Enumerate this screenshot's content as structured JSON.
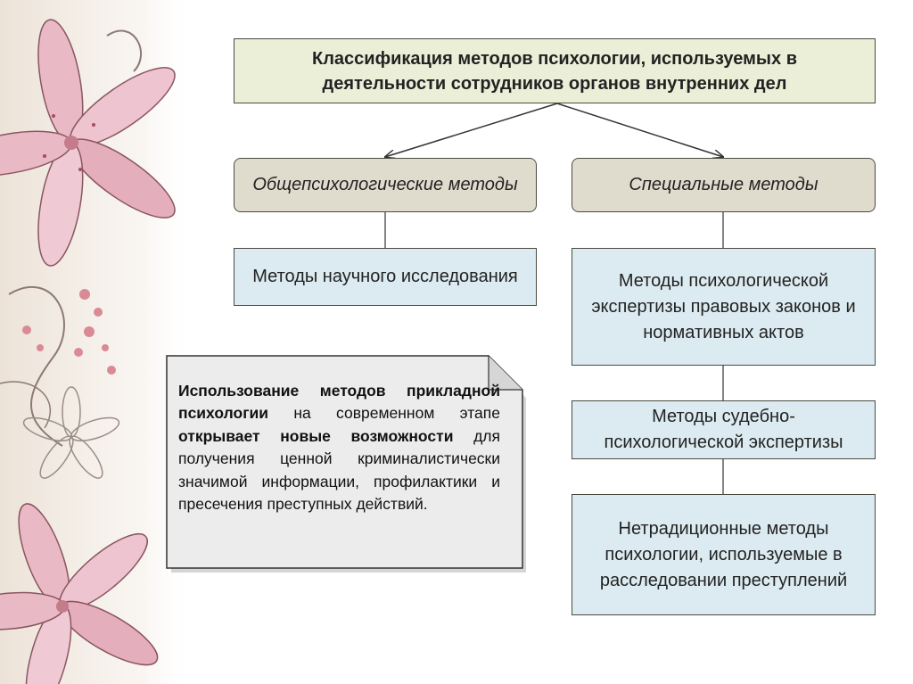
{
  "diagram": {
    "title": "Классификация методов психологии, используемых в деятельности сотрудников органов внутренних дел",
    "categories": {
      "general": "Общепсихологические методы",
      "special": "Специальные методы"
    },
    "general_methods": {
      "research": "Методы научного исследования"
    },
    "special_methods": {
      "expert_law": "Методы психологической экспертизы правовых законов и нормативных актов",
      "forensic": "Методы судебно-психологической экспертизы",
      "nontraditional": "Нетрадиционные методы психологии, используемые в расследовании преступлений"
    },
    "note": {
      "part1_bold": "Использование методов прикладной психологии",
      "part2": " на современном этапе ",
      "part3_bold": "открывает новые возможности",
      "part4": " для получения ценной криминалистически значимой информации, профилактики и пресечения преступных действий."
    }
  },
  "colors": {
    "title_fill": "#ecefd8",
    "category_fill": "#e0dccd",
    "method_fill": "#dcebf1",
    "note_fill": "#ececec",
    "line": "#333333"
  }
}
